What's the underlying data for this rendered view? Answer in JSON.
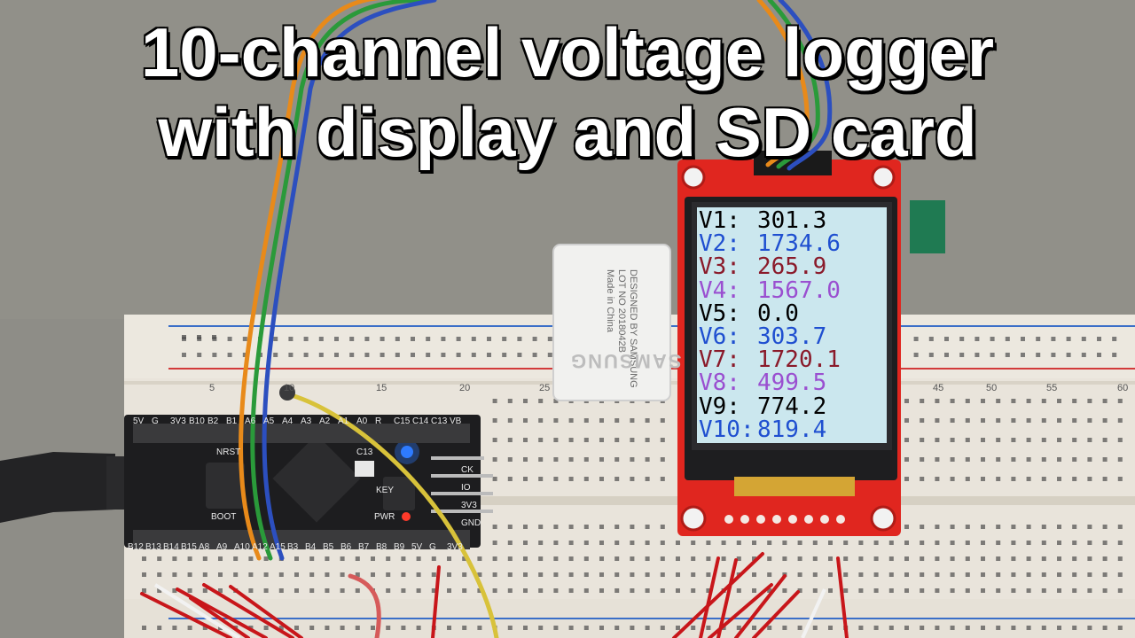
{
  "title": {
    "line1": "10-channel voltage logger",
    "line2": "with display and SD card"
  },
  "display": {
    "rows": [
      {
        "label": "V1:",
        "value": "301.3",
        "color": "#000000"
      },
      {
        "label": "V2:",
        "value": "1734.6",
        "color": "#1f4fd0"
      },
      {
        "label": "V3:",
        "value": "265.9",
        "color": "#8a1a2a"
      },
      {
        "label": "V4:",
        "value": "1567.0",
        "color": "#9a4fd0"
      },
      {
        "label": "V5:",
        "value": "0.0",
        "color": "#000000"
      },
      {
        "label": "V6:",
        "value": "303.7",
        "color": "#1f4fd0"
      },
      {
        "label": "V7:",
        "value": "1720.1",
        "color": "#8a1a2a"
      },
      {
        "label": "V8:",
        "value": "499.5",
        "color": "#9a4fd0"
      },
      {
        "label": "V9:",
        "value": "774.2",
        "color": "#000000"
      },
      {
        "label": "V10:",
        "value": "819.4",
        "color": "#1f4fd0"
      }
    ]
  },
  "sd_card": {
    "lines": [
      "DESIGNED BY SAMSUNG",
      "LOT NO 2018042B",
      "Made in China"
    ],
    "brand": "SAMSUNG"
  },
  "board_labels": {
    "top": [
      "5V",
      "G",
      "3V3",
      "B10",
      "B2",
      "B1",
      "A6",
      "A5",
      "A4",
      "A3",
      "A2",
      "A1",
      "A0",
      "R",
      "C15",
      "C14",
      "C13",
      "VB"
    ],
    "bottom": [
      "B12",
      "B13",
      "B14",
      "B15",
      "A8",
      "A9",
      "A10",
      "A12",
      "A15",
      "B3",
      "B4",
      "B5",
      "B6",
      "B7",
      "B8",
      "B9",
      "5V",
      "G",
      "3V3"
    ],
    "side": [
      "NRST",
      "BOOT",
      "C13",
      "KEY",
      "PWR",
      "CK",
      "IO",
      "3V3",
      "GND"
    ]
  },
  "breadboard_numbers": [
    "5",
    "10",
    "15",
    "20",
    "25",
    "45",
    "50",
    "55",
    "60"
  ],
  "colors": {
    "background": "#8d8c86",
    "breadboard": "#e9e4db",
    "board": "#1d1d1f",
    "tft_pcb": "#e0261f",
    "lcd_bg": "#cbe7ee",
    "rail_red": "#d23a3a",
    "rail_blue": "#3b6fc8"
  }
}
